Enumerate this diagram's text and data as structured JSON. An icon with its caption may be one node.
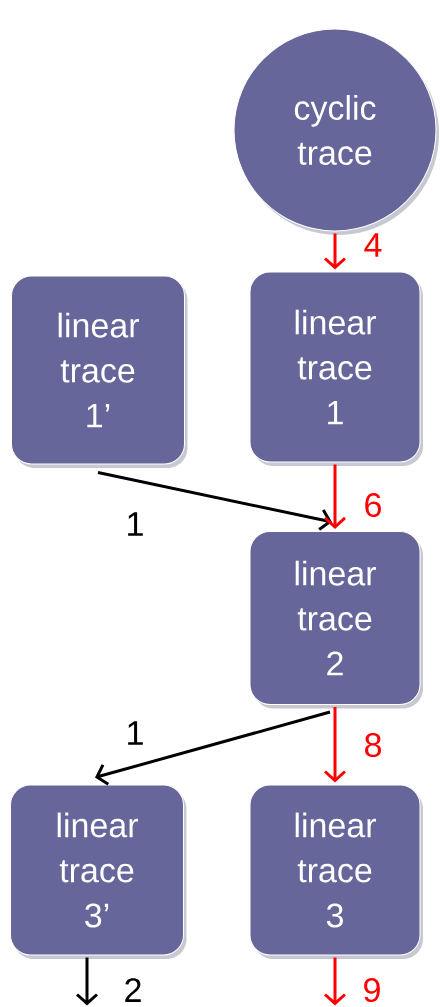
{
  "diagram": {
    "nodes": [
      {
        "text": [
          "cyclic trace"
        ]
      },
      {
        "text": [
          "linear trace 1’"
        ]
      },
      {
        "text": [
          "linear trace 1"
        ]
      },
      {
        "text": [
          "linear trace 2"
        ]
      },
      {
        "text": [
          "linear trace 3’"
        ]
      },
      {
        "text": [
          "linear trace 3"
        ]
      }
    ],
    "edges": [
      {
        "from": 0,
        "to": 2,
        "arrow": "to",
        "label": "4"
      },
      {
        "from": 1,
        "to": 3,
        "arrow": "to",
        "label": "1",
        "color": "#000000"
      },
      {
        "from": 2,
        "to": 3,
        "arrow": "to",
        "label": "6"
      },
      {
        "from": 3,
        "to": 4,
        "arrow": "to",
        "label": "1",
        "color": "#000000"
      },
      {
        "from": 3,
        "to": 5,
        "arrow": "to",
        "label": "8"
      },
      {
        "from": 4,
        "to": null,
        "arrow": "to",
        "label": "2",
        "color": "#000000"
      },
      {
        "from": 5,
        "to": null,
        "arrow": "to",
        "label": "9"
      }
    ]
  }
}
